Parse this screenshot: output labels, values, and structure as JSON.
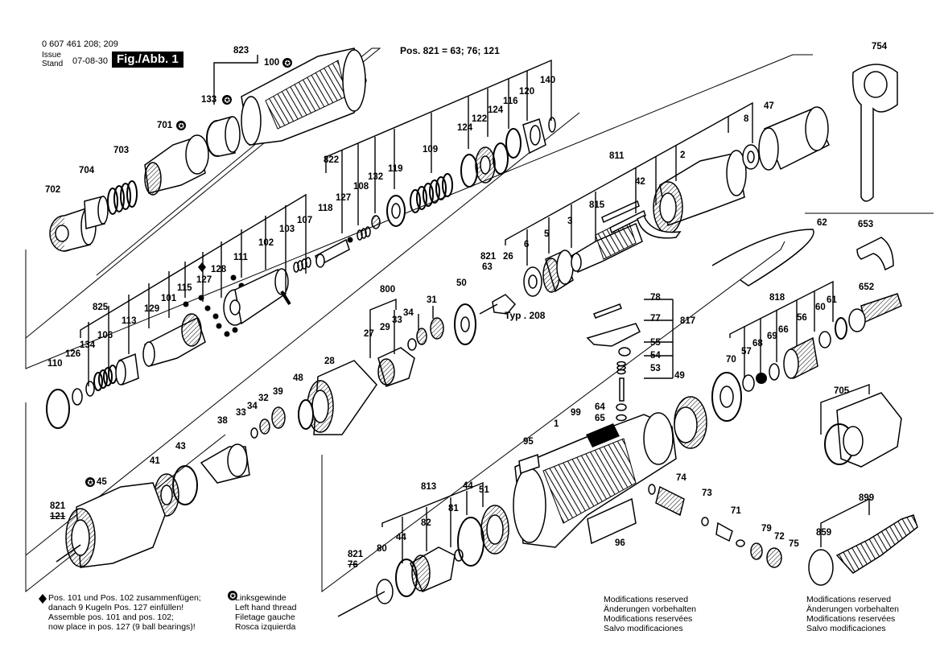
{
  "header": {
    "part_number": "0 607 461 208; 209",
    "issue_stand": [
      "Issue",
      "Stand"
    ],
    "date": "07-08-30",
    "figure_label": "Fig./Abb. 1"
  },
  "pos_note": "Pos. 821 = 63; 76; 121",
  "typ_label": "Typ . 208",
  "notes": {
    "assembly": [
      "Pos. 101 und Pos. 102 zusammenfügen;",
      "danach 9 Kugeln Pos. 127 einfüllen!",
      "Assemble pos. 101 and pos. 102;",
      "now place in pos. 127 (9 ball bearings)!"
    ],
    "left_hand_thread": [
      "Linksgewinde",
      "Left hand thread",
      "Filetage gauche",
      "Rosca izquierda"
    ],
    "modifications_1": [
      "Modifications reserved",
      "Änderungen vorbehalten",
      "Modifications reservées",
      "Salvo modificaciones"
    ],
    "modifications_2": [
      "Modifications reserved",
      "Änderungen vorbehalten",
      "Modifications reservées",
      "Salvo modificaciones"
    ]
  },
  "labels": [
    "823",
    "100",
    "133",
    "701",
    "703",
    "704",
    "702",
    "822",
    "127",
    "108",
    "132",
    "119",
    "109",
    "124",
    "122",
    "124",
    "116",
    "120",
    "140",
    "118",
    "107",
    "103",
    "102",
    "111",
    "128",
    "127",
    "115",
    "101",
    "129",
    "825",
    "113",
    "106",
    "134",
    "126",
    "110",
    "811",
    "815",
    "42",
    "2",
    "8",
    "47",
    "754",
    "3",
    "5",
    "6",
    "26",
    "821",
    "63",
    "800",
    "50",
    "27",
    "29",
    "33",
    "34",
    "31",
    "62",
    "653",
    "652",
    "818",
    "56",
    "60",
    "61",
    "68",
    "66",
    "69",
    "57",
    "70",
    "28",
    "48",
    "39",
    "32",
    "34",
    "33",
    "38",
    "43",
    "41",
    "45",
    "821",
    "121",
    "78",
    "77",
    "817",
    "55",
    "54",
    "53",
    "64",
    "65",
    "49",
    "99",
    "1",
    "95",
    "813",
    "44",
    "51",
    "81",
    "82",
    "44",
    "80",
    "821",
    "76",
    "74",
    "73",
    "71",
    "96",
    "79",
    "72",
    "75",
    "705",
    "899",
    "859"
  ]
}
